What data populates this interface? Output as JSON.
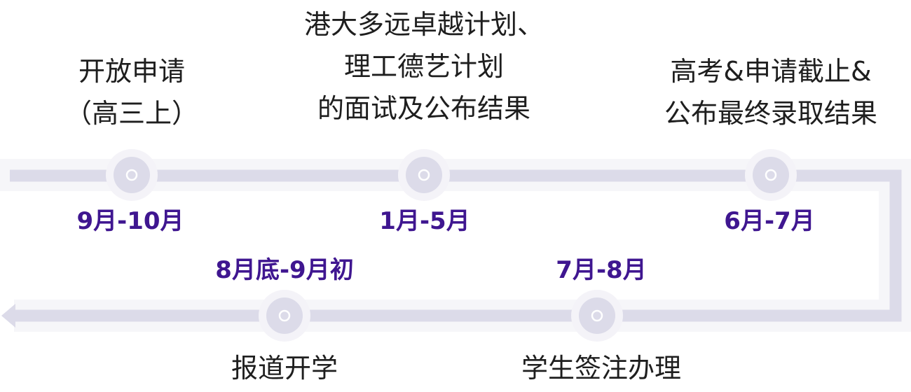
{
  "colors": {
    "track": "#dcdbe9",
    "track_band": "#f6f6f9",
    "date": "#3f1690",
    "text": "#1e1e1e"
  },
  "milestones": [
    {
      "date": "9月-10月",
      "lines": [
        "开放申请",
        "（高三上）"
      ]
    },
    {
      "date": "1月-5月",
      "lines": [
        "港大多远卓越计划、",
        "理工德艺计划",
        "的面试及公布结果"
      ]
    },
    {
      "date": "6月-7月",
      "lines": [
        "高考&申请截止&",
        "公布最终录取结果"
      ]
    },
    {
      "date": "7月-8月",
      "lines": [
        "学生签注办理"
      ]
    },
    {
      "date": "8月底-9月初",
      "lines": [
        "报道开学"
      ]
    }
  ]
}
